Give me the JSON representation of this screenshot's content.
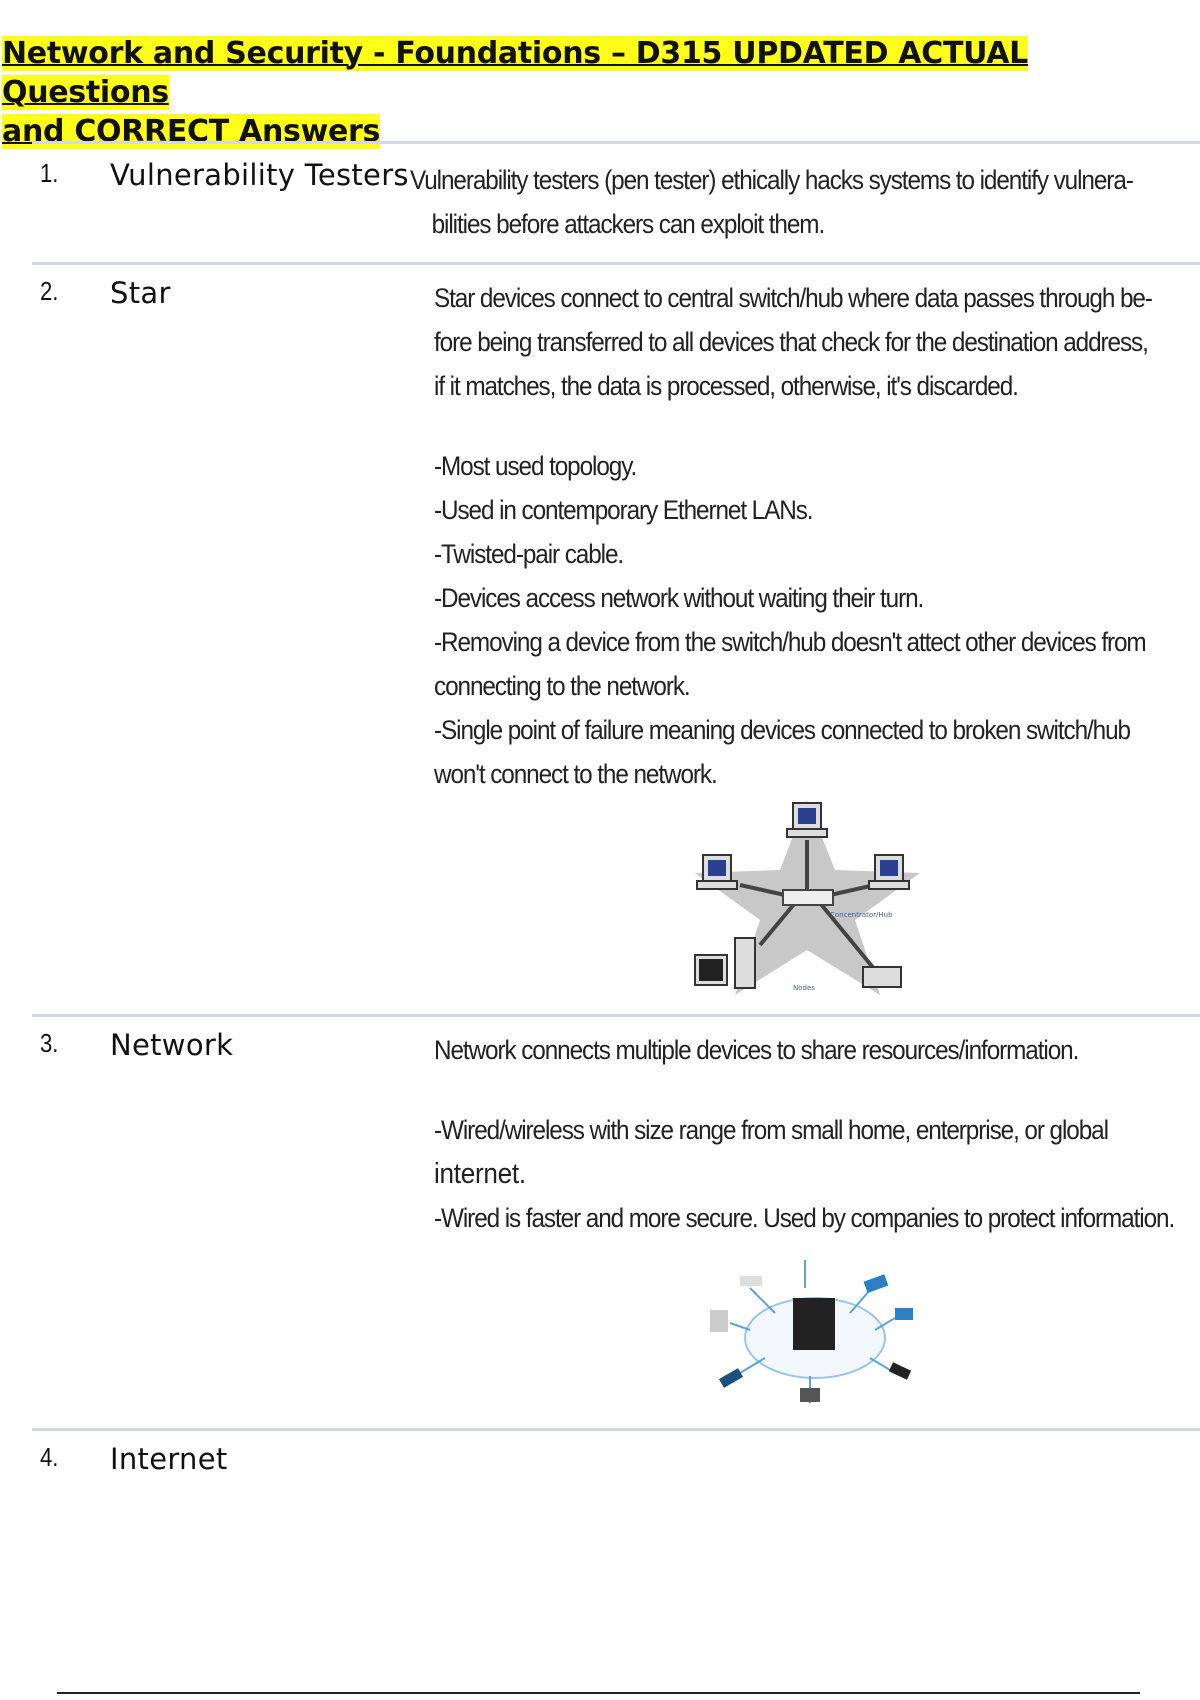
{
  "title_line1": "Network and Security - Foundations – D315 UPDATED  ACTUAL Questions",
  "title_line2": "and CORRECT Answers",
  "items": [
    {
      "num": "1.",
      "term": "Vulnerability Testers",
      "lines": [
        "Vulnerability testers (pen tester) ethically hacks systems to identify vulnera-",
        "bilities before attackers can exploit them."
      ]
    },
    {
      "num": "2.",
      "term": "Star",
      "lines": [
        "Star devices connect to central switch/hub where data passes through be-",
        "fore being transferred to all devices that check for the destination address,",
        "if it matches, the data is processed, otherwise, it's discarded."
      ],
      "bullets": [
        "-Most used topology.",
        "-Used in contemporary Ethernet LANs.",
        "-Twisted-pair cable.",
        "-Devices access network without waiting their turn.",
        "-Removing a device from the switch/hub doesn't attect other devices from",
        "connecting to the network.",
        "-Single point of failure meaning devices connected to broken switch/hub",
        "won't connect to the network."
      ],
      "diagram_labels": {
        "hub": "Concentrator/Hub",
        "nodes": "Nodes"
      }
    },
    {
      "num": "3.",
      "term": "Network",
      "lines": [
        "Network connects multiple devices to share resources/information."
      ],
      "bullets": [
        "-Wired/wireless with size range from small home, enterprise, or global",
        "internet.",
        "-Wired is faster and more secure. Used by companies to protect information."
      ]
    },
    {
      "num": "4.",
      "term": "Internet"
    }
  ]
}
